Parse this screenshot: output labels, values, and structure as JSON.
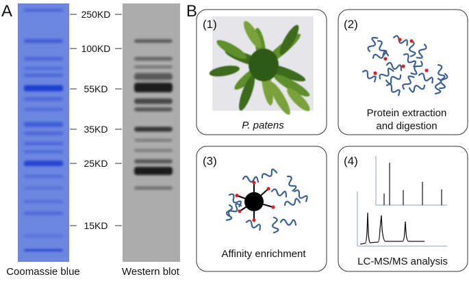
{
  "panel_a": {
    "label": "A",
    "markers": [
      "250KD",
      "100KD",
      "55KD",
      "35KD",
      "25KD",
      "15KD"
    ],
    "lane_labels": [
      "Coomassie blue",
      "Western blot"
    ],
    "colors": {
      "coomassie": "#5b74d8",
      "coomassie_band": "#1f3fd0",
      "blot_bg": "#a9a9a9",
      "blot_band": "#1a1a1a"
    }
  },
  "panel_b": {
    "label": "B",
    "steps": [
      {
        "number": "(1)",
        "caption": "P. patens"
      },
      {
        "number": "(2)",
        "caption_line1": "Protein extraction",
        "caption_line2": "and digestion"
      },
      {
        "number": "(3)",
        "caption": "Affinity enrichment"
      },
      {
        "number": "(4)",
        "caption": "LC-MS/MS analysis"
      }
    ],
    "colors": {
      "peptide": "#3a5f94",
      "modification": "#e02020",
      "axis": "#8a9fc4"
    }
  }
}
